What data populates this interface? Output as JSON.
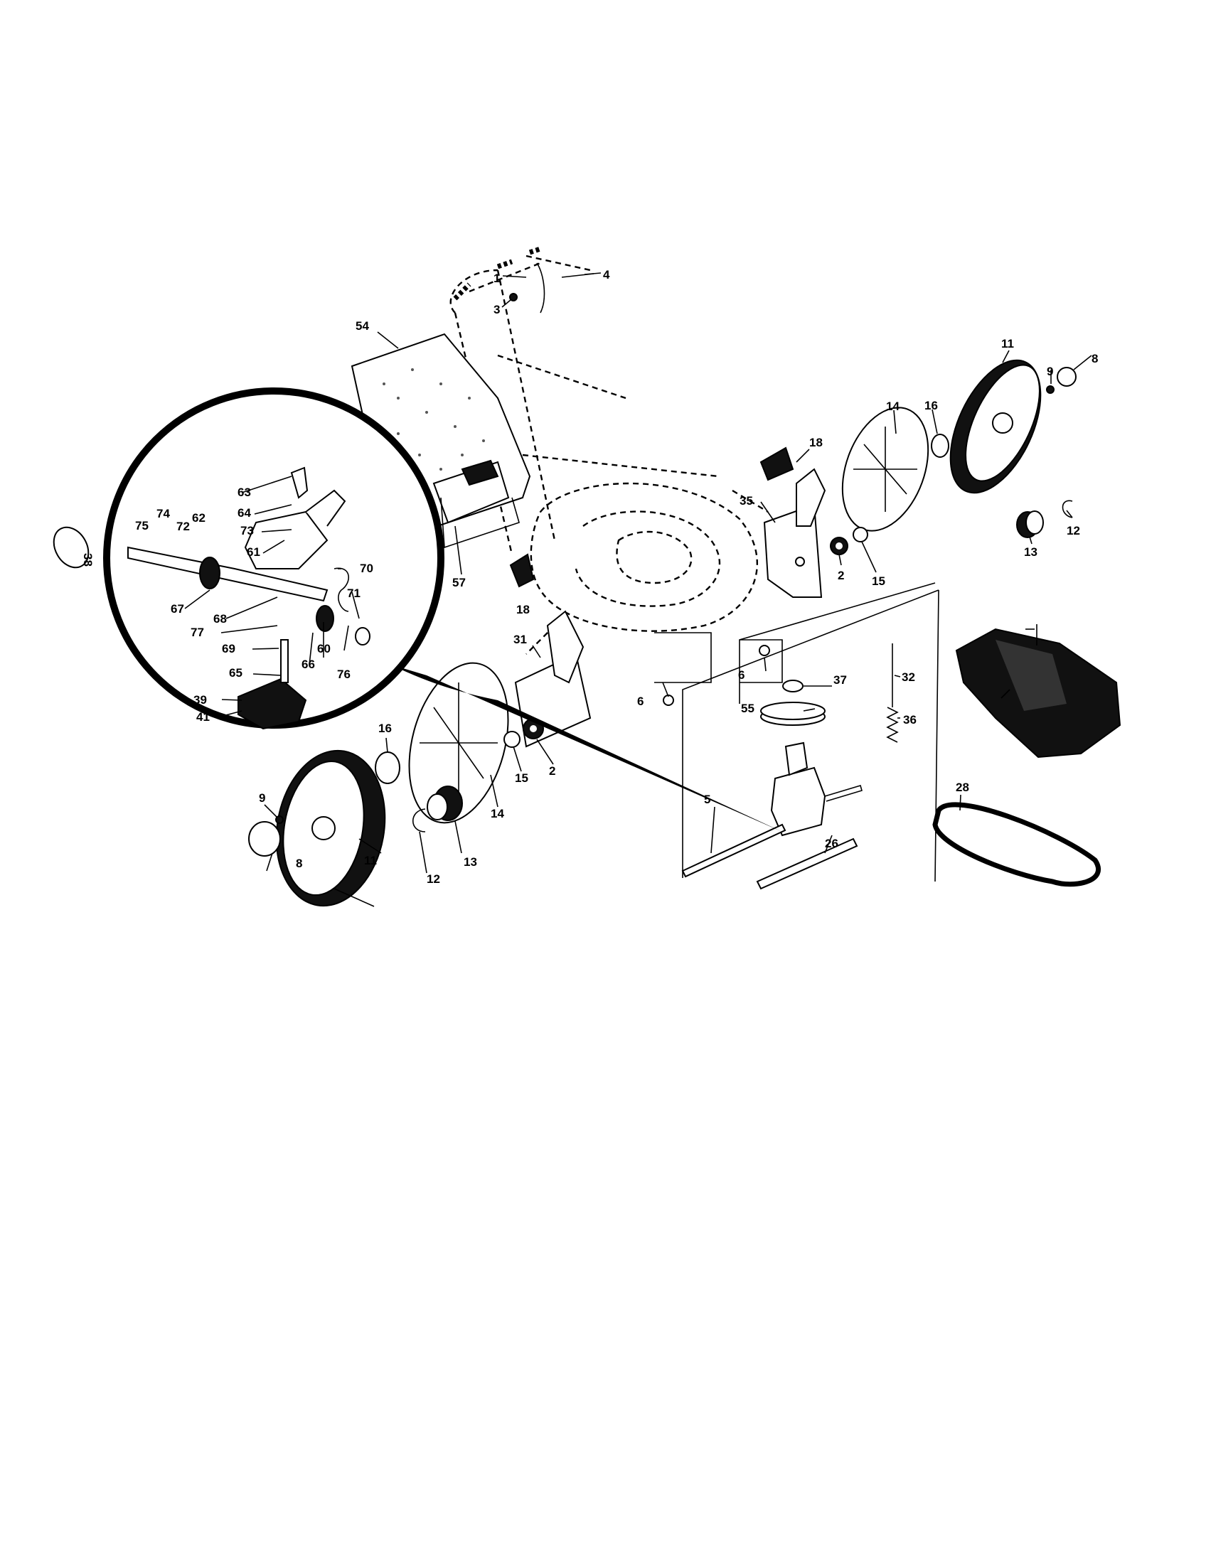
{
  "callouts": [
    "1",
    "3",
    "4",
    "54",
    "11",
    "9",
    "8",
    "14",
    "16",
    "18",
    "35",
    "2",
    "15",
    "12",
    "13",
    "57",
    "63",
    "64",
    "74",
    "75",
    "72",
    "62",
    "61",
    "73",
    "70",
    "71",
    "67",
    "68",
    "77",
    "69",
    "65",
    "66",
    "60",
    "76",
    "39",
    "41",
    "38",
    "31",
    "6",
    "37",
    "32",
    "36",
    "55",
    "5",
    "26",
    "28"
  ]
}
